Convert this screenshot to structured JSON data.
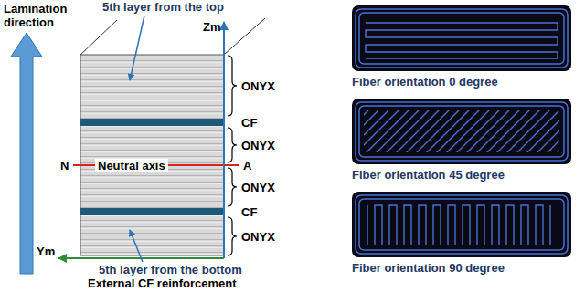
{
  "diagram": {
    "labels": [
      "Lamination direction",
      "5th layer from the top",
      "Zm",
      "ONYX",
      "CF",
      "N",
      "Neutral axis",
      "A",
      "ONYX",
      "ONYX",
      "CF",
      "ONYX",
      "Ym",
      "5th layer from the bottom",
      "External CF reinforcement",
      "Fiber orientation 0 degree",
      "Fiber orientation 45 degree",
      "Fiber orientation 90 degree"
    ]
  }
}
